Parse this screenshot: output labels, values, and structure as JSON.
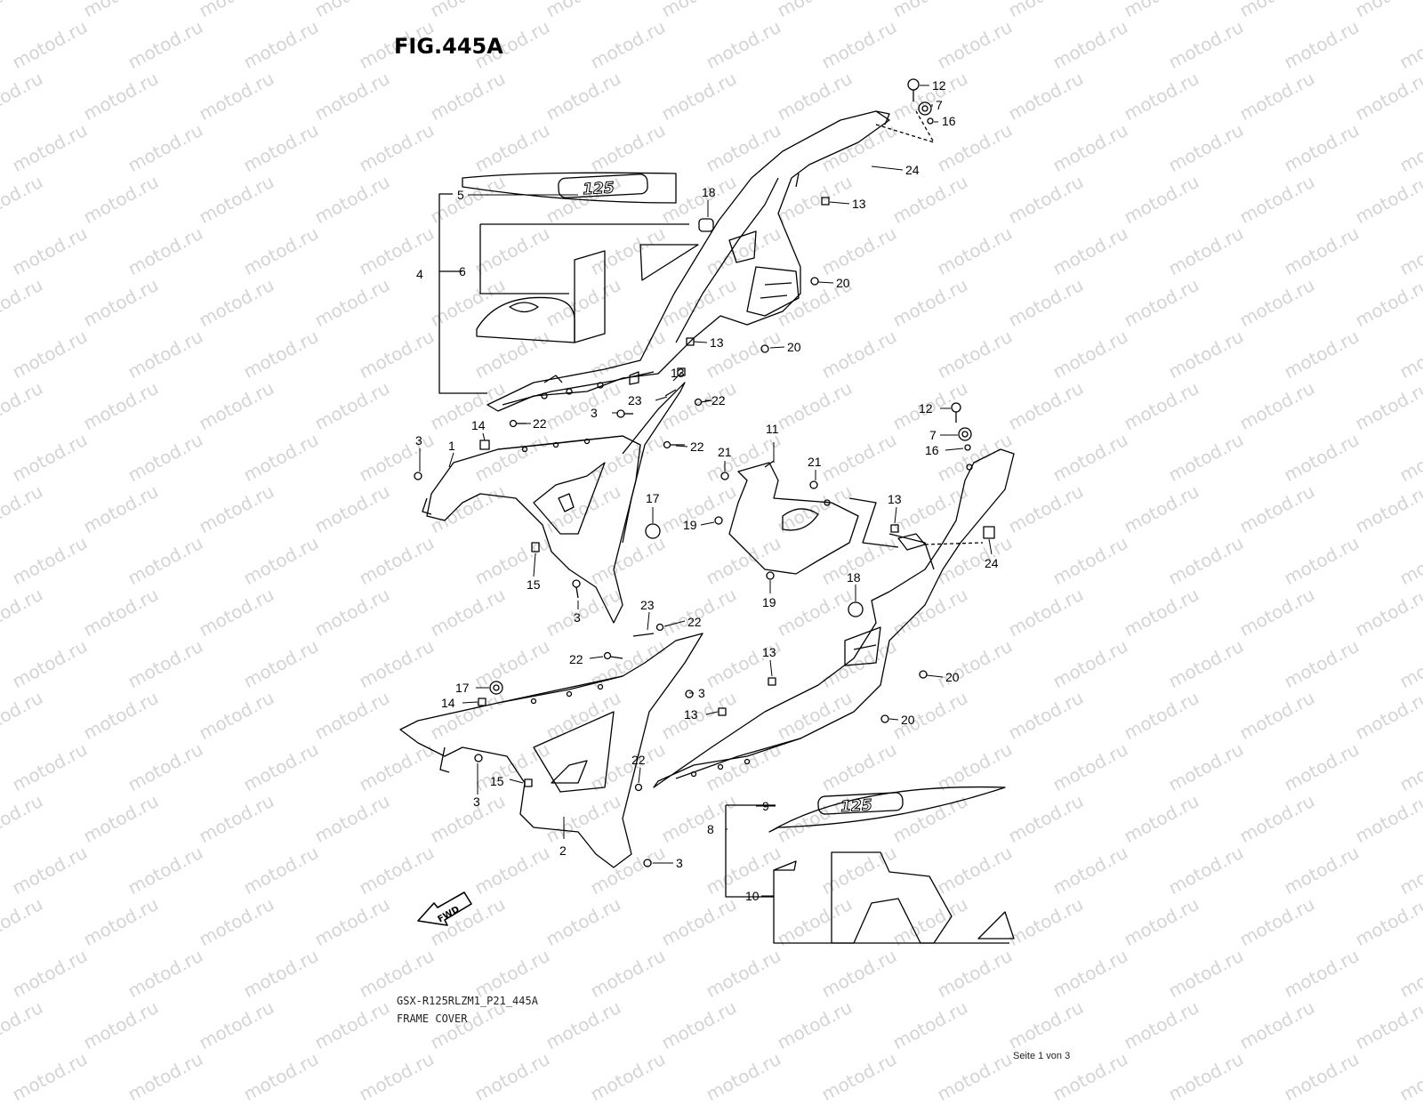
{
  "figure": {
    "title": "FIG.445A"
  },
  "footer": {
    "model": "GSX-R125RLZM1_P21_445A",
    "caption": "FRAME COVER",
    "page": "Seite 1 von 3"
  },
  "watermark": {
    "text": "motod.ru"
  },
  "badges": {
    "fwd": "FWD",
    "decal": "125"
  },
  "callouts": [
    {
      "id": "c12a",
      "n": "12"
    },
    {
      "id": "c7a",
      "n": "7"
    },
    {
      "id": "c16a",
      "n": "16"
    },
    {
      "id": "c24a",
      "n": "24"
    },
    {
      "id": "c13a",
      "n": "13"
    },
    {
      "id": "c5",
      "n": "5"
    },
    {
      "id": "c18a",
      "n": "18"
    },
    {
      "id": "c4",
      "n": "4"
    },
    {
      "id": "c6",
      "n": "6"
    },
    {
      "id": "c20a",
      "n": "20"
    },
    {
      "id": "c20b",
      "n": "20"
    },
    {
      "id": "c13b",
      "n": "13"
    },
    {
      "id": "c13c",
      "n": "13"
    },
    {
      "id": "c23a",
      "n": "23"
    },
    {
      "id": "c22a",
      "n": "22"
    },
    {
      "id": "c3a",
      "n": "3"
    },
    {
      "id": "c14a",
      "n": "14"
    },
    {
      "id": "c22b",
      "n": "22"
    },
    {
      "id": "c3b",
      "n": "3"
    },
    {
      "id": "c1",
      "n": "1"
    },
    {
      "id": "c22c",
      "n": "22"
    },
    {
      "id": "c11",
      "n": "11"
    },
    {
      "id": "c21a",
      "n": "21"
    },
    {
      "id": "c21b",
      "n": "21"
    },
    {
      "id": "c12b",
      "n": "12"
    },
    {
      "id": "c7b",
      "n": "7"
    },
    {
      "id": "c16b",
      "n": "16"
    },
    {
      "id": "c13d",
      "n": "13"
    },
    {
      "id": "c17a",
      "n": "17"
    },
    {
      "id": "c19a",
      "n": "19"
    },
    {
      "id": "c24b",
      "n": "24"
    },
    {
      "id": "c15a",
      "n": "15"
    },
    {
      "id": "c18b",
      "n": "18"
    },
    {
      "id": "c19b",
      "n": "19"
    },
    {
      "id": "c3c",
      "n": "3"
    },
    {
      "id": "c23b",
      "n": "23"
    },
    {
      "id": "c22d",
      "n": "22"
    },
    {
      "id": "c22e",
      "n": "22"
    },
    {
      "id": "c13e",
      "n": "13"
    },
    {
      "id": "c17b",
      "n": "17"
    },
    {
      "id": "c3d",
      "n": "3"
    },
    {
      "id": "c14b",
      "n": "14"
    },
    {
      "id": "c20c",
      "n": "20"
    },
    {
      "id": "c13f",
      "n": "13"
    },
    {
      "id": "c20d",
      "n": "20"
    },
    {
      "id": "c22f",
      "n": "22"
    },
    {
      "id": "c15b",
      "n": "15"
    },
    {
      "id": "c3e",
      "n": "3"
    },
    {
      "id": "c9",
      "n": "9"
    },
    {
      "id": "c8",
      "n": "8"
    },
    {
      "id": "c2",
      "n": "2"
    },
    {
      "id": "c3f",
      "n": "3"
    },
    {
      "id": "c10",
      "n": "10"
    }
  ]
}
